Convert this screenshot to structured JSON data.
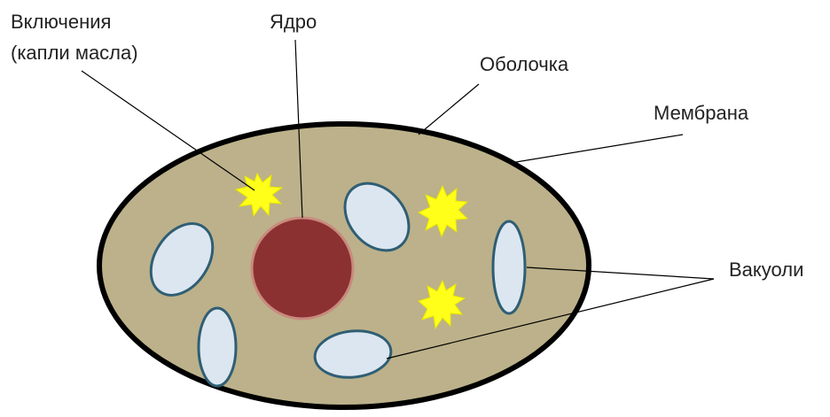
{
  "labels": {
    "inclusions_line1": "Включения",
    "inclusions_line2": "(капли масла)",
    "nucleus": "Ядро",
    "shell": "Оболочка",
    "membrane": "Мембрана",
    "vacuoles": "Вакуоли"
  },
  "colors": {
    "cytoplasm": "#bcb18a",
    "cell_outline": "#000000",
    "nucleus_fill": "#8b3131",
    "nucleus_outline": "#c98a7e",
    "vacuole_fill": "#dce6f0",
    "vacuole_outline": "#2f5e74",
    "inclusion_fill": "#ffff1a",
    "inclusion_outline": "#e6e600",
    "leader_line": "#000000",
    "label_text": "#222222"
  }
}
